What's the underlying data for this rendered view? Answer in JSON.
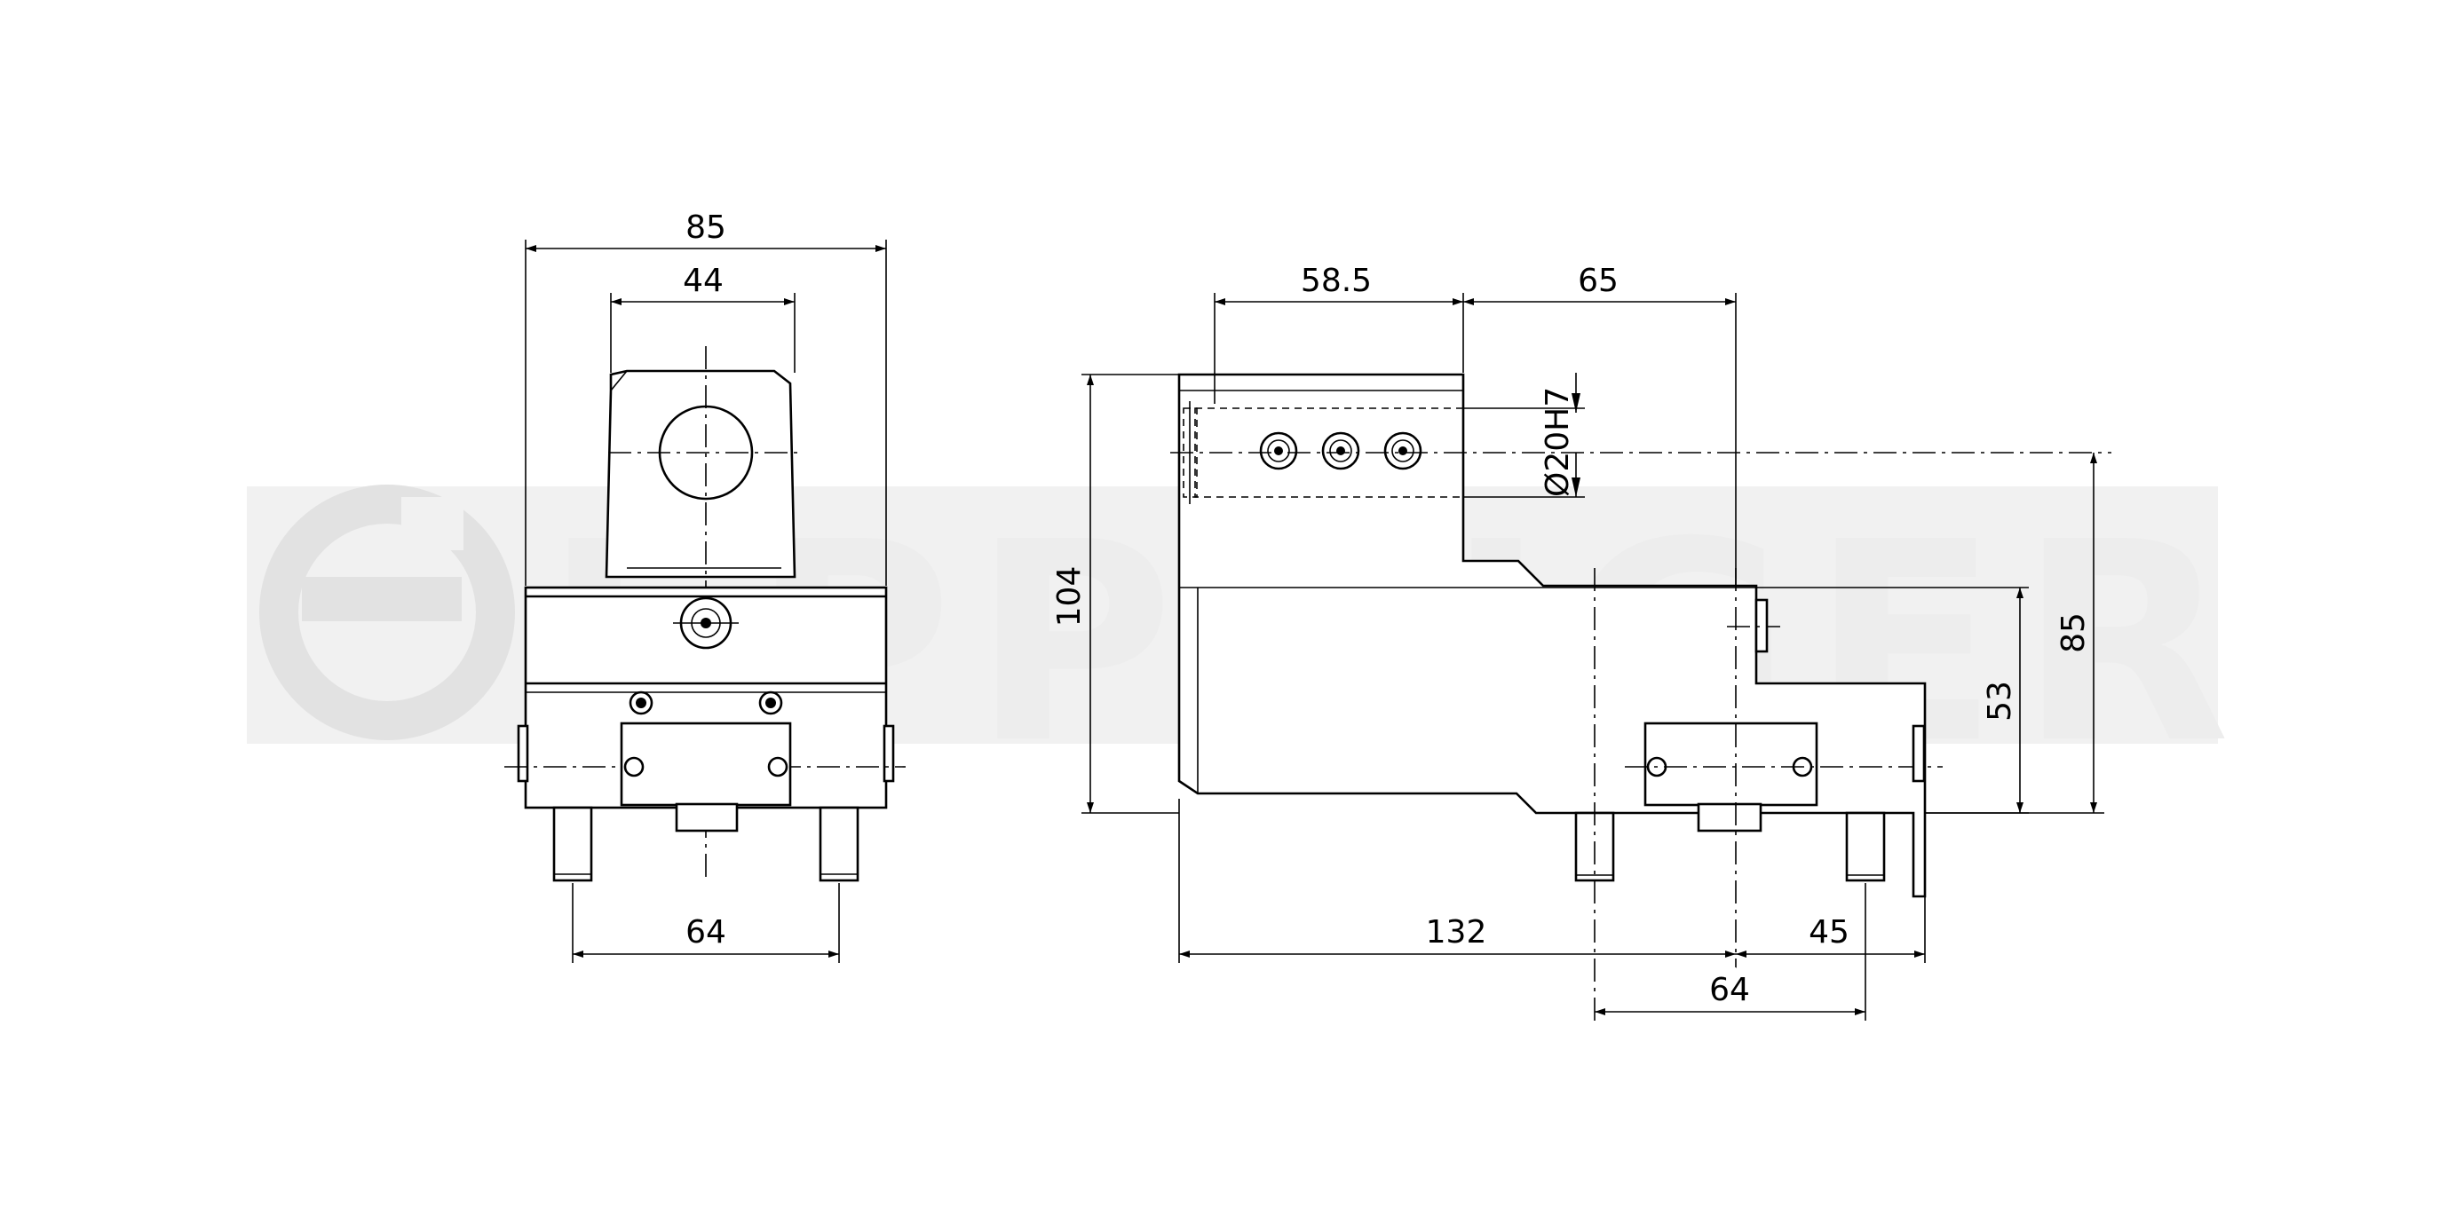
{
  "watermark": {
    "brand": "EPPINGER"
  },
  "front_view": {
    "dimensions": {
      "overall_width": "85",
      "clamp_width": "44",
      "pin_spacing": "64"
    }
  },
  "side_view": {
    "dimensions": {
      "bore_offset": "58.5",
      "clamp_to_axis": "65",
      "bore_diameter": "Ø20H7",
      "overall_height": "104",
      "axis_height": "85",
      "body_height": "53",
      "overall_length": "132",
      "axis_to_end": "45",
      "pin_spacing": "64"
    }
  }
}
